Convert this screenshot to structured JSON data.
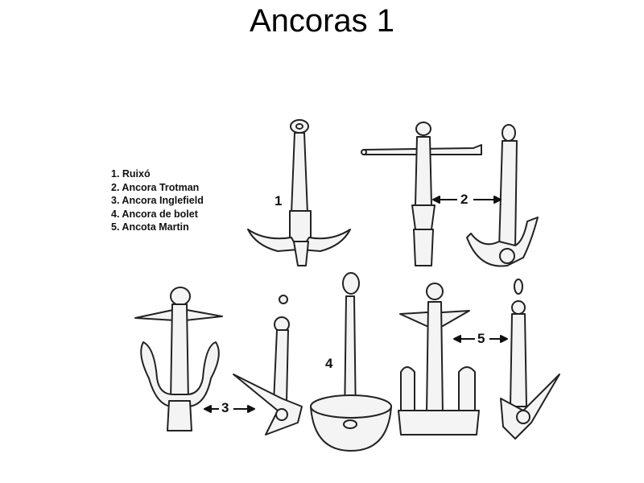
{
  "title": "Ancoras 1",
  "legend": [
    "1. Ruixó",
    "2. Ancora Trotman",
    "3. Ancora Inglefield",
    "4. Ancora de bolet",
    "5. Ancota Martin"
  ],
  "figure_labels": {
    "one": "1",
    "two": "2",
    "three": "3",
    "four": "4",
    "five": "5"
  }
}
